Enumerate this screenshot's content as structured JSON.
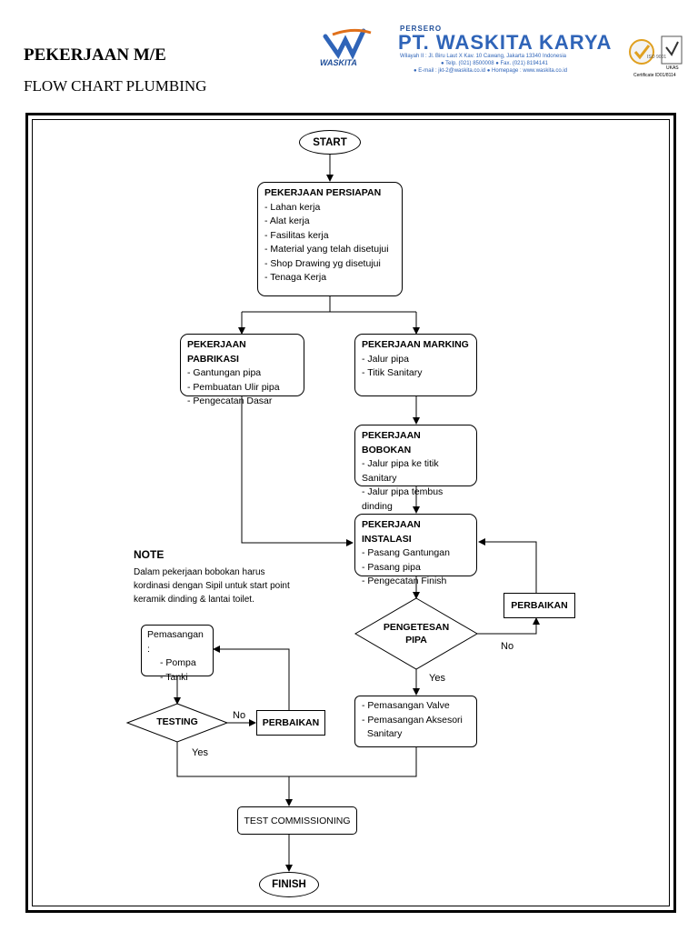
{
  "header": {
    "title": "PEKERJAAN M/E",
    "subtitle": "FLOW CHART PLUMBING"
  },
  "company": {
    "logo_word": "WASKITA",
    "persero": "PERSERO",
    "name": "PT. WASKITA KARYA",
    "address_line1": "Wilayah II : Jl. Biru Laut X Kav. 10 Cawang, Jakarta 13340 Indonesia",
    "address_line2": "● Telp. (021) 8500008 ● Fax. (021) 8194141",
    "address_line3": "● E-mail : jkt-2@waskita.co.id ● Homepage : www.waskita.co.id",
    "cert_badge": "ISO 9001",
    "cert_text": "Certificate ID01/8114",
    "ukas_text": "UKAS"
  },
  "flow": {
    "start": "START",
    "persiapan": {
      "title": "PEKERJAAN PERSIAPAN",
      "items": [
        "- Lahan kerja",
        "- Alat kerja",
        "- Fasilitas kerja",
        "- Material yang telah disetujui",
        "- Shop Drawing yg disetujui",
        "- Tenaga Kerja"
      ]
    },
    "pabrikasi": {
      "title": "PEKERJAAN PABRIKASI",
      "items": [
        "- Gantungan pipa",
        "- Pembuatan Ulir pipa",
        "- Pengecatan Dasar"
      ]
    },
    "marking": {
      "title": "PEKERJAAN MARKING",
      "items": [
        "- Jalur pipa",
        "- Titik Sanitary"
      ]
    },
    "bobokan": {
      "title": "PEKERJAAN BOBOKAN",
      "items": [
        "- Jalur pipa ke titik Sanitary",
        "- Jalur pipa tembus dinding"
      ]
    },
    "instalasi": {
      "title": "PEKERJAAN INSTALASI",
      "items": [
        "- Pasang Gantungan",
        "- Pasang pipa",
        "- Pengecatan Finish"
      ]
    },
    "perbaikan_right": "PERBAIKAN",
    "pengetesan_line1": "PENGETESAN",
    "pengetesan_line2": "PIPA",
    "no_right": "No",
    "yes_right": "Yes",
    "valve": {
      "items": [
        "- Pemasangan Valve",
        "- Pemasangan Aksesori",
        "  Sanitary"
      ]
    },
    "pemasangan": {
      "items": [
        "Pemasangan :",
        "- Pompa",
        "- Tanki"
      ]
    },
    "testing": "TESTING",
    "no_left": "No",
    "perbaikan_left": "PERBAIKAN",
    "yes_left": "Yes",
    "commissioning": "TEST COMMISSIONING",
    "finish": "FINISH"
  },
  "note": {
    "heading": "NOTE",
    "lines": [
      "Dalam pekerjaan bobokan harus",
      "kordinasi dengan Sipil untuk start point",
      "keramik dinding & lantai toilet."
    ]
  }
}
